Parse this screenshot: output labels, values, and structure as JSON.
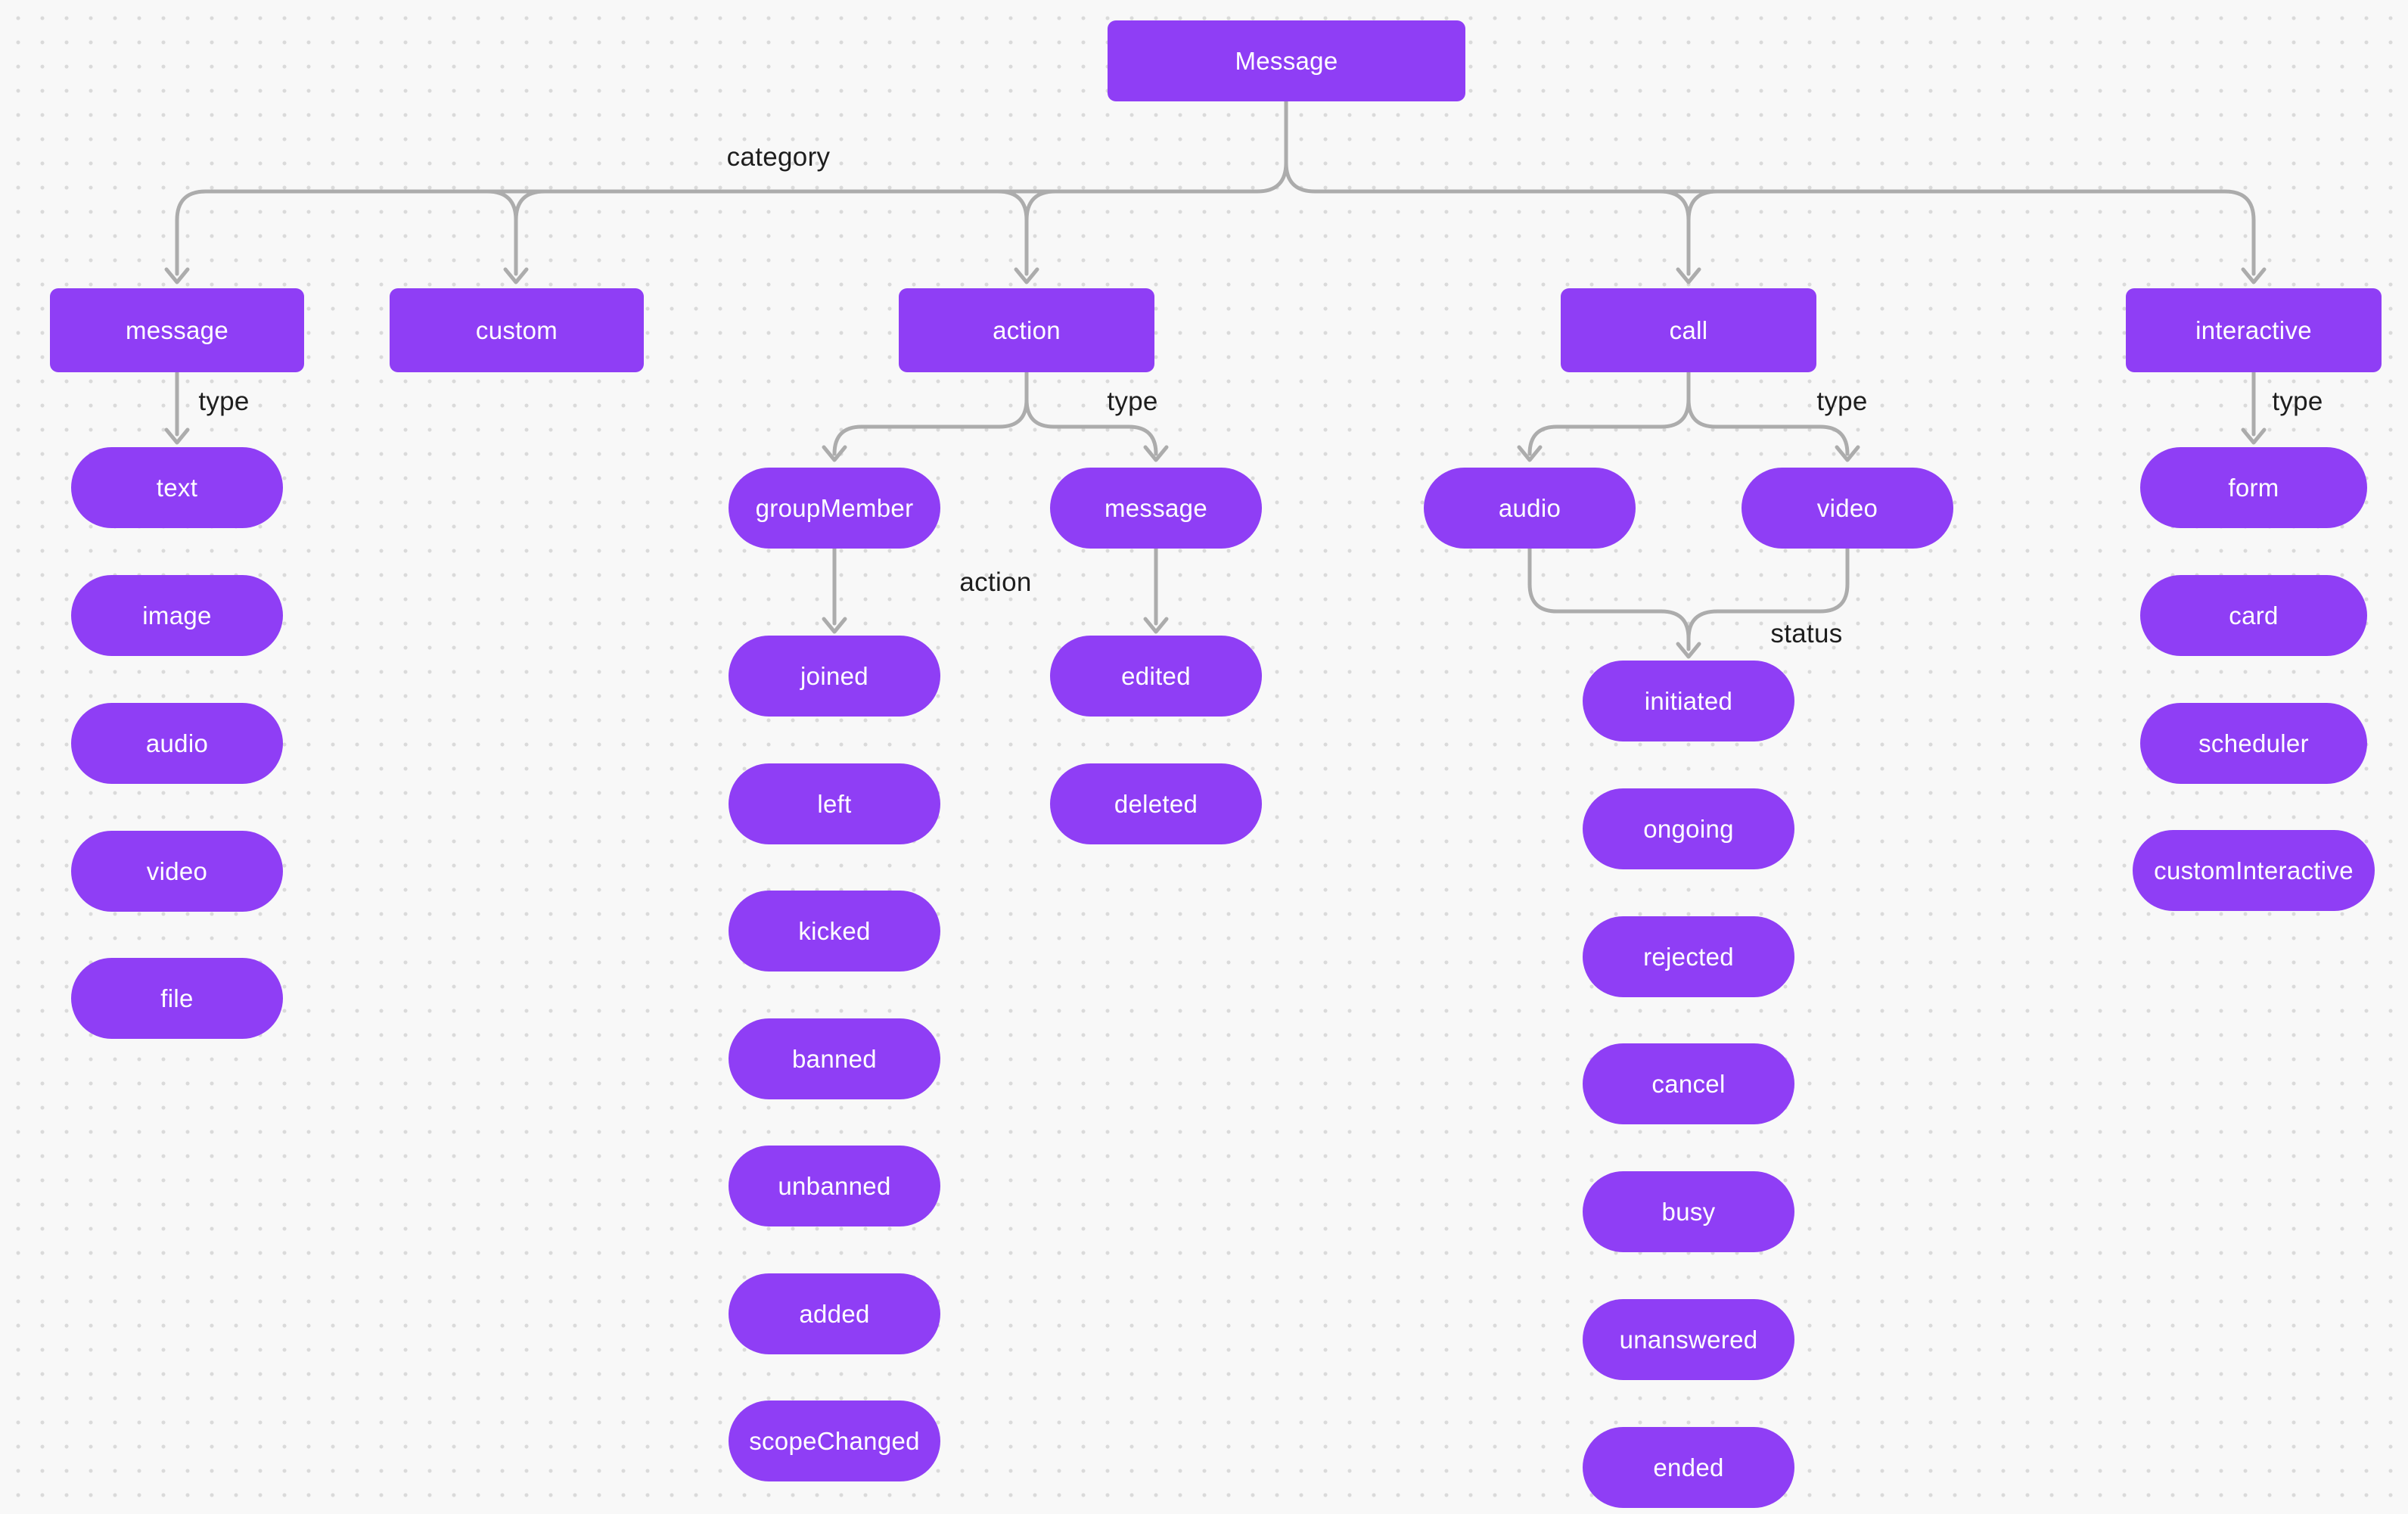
{
  "diagram": {
    "root": "Message",
    "edges": {
      "category_label": "category",
      "message_type_label": "type",
      "action_type_label": "type",
      "group_member_action_label": "action",
      "call_type_label": "type",
      "call_status_label": "status",
      "interactive_type_label": "type"
    },
    "categories": [
      "message",
      "custom",
      "action",
      "call",
      "interactive"
    ],
    "message_types": [
      "text",
      "image",
      "audio",
      "video",
      "file"
    ],
    "action_types": [
      "groupMember",
      "message"
    ],
    "group_member_actions": [
      "joined",
      "left",
      "kicked",
      "banned",
      "unbanned",
      "added",
      "scopeChanged"
    ],
    "message_actions": [
      "edited",
      "deleted"
    ],
    "call_types": [
      "audio",
      "video"
    ],
    "call_statuses": [
      "initiated",
      "ongoing",
      "rejected",
      "cancel",
      "busy",
      "unanswered",
      "ended"
    ],
    "interactive_types": [
      "form",
      "card",
      "scheduler",
      "customInteractive"
    ]
  },
  "colors": {
    "node_fill": "#8F3EF5",
    "node_text": "#FFFFFF",
    "connector": "#ACACAC",
    "edge_label_text": "#1E1E1E",
    "canvas_background": "#F8F8F8",
    "grid_dot": "#DADADA"
  }
}
